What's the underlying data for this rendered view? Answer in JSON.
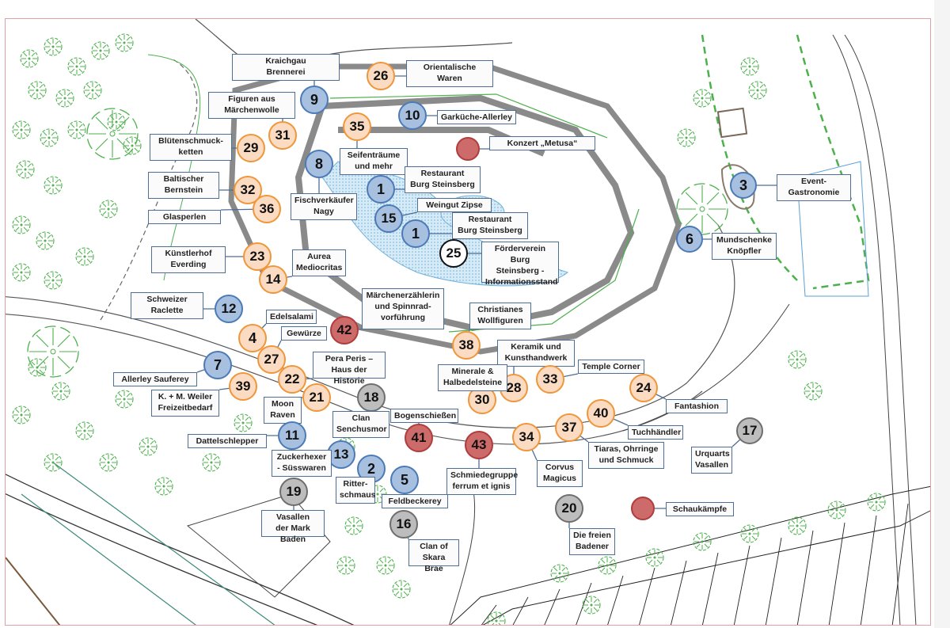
{
  "map": {
    "title": "Burg Steinsberg site plan",
    "colors": {
      "gastronomy": "#a8c0df",
      "merchant": "#fbdcc3",
      "show": "#cd6a6a",
      "camp": "#bdbdbd",
      "info": "#ffffff",
      "frame": "#e2a0a6",
      "vegetation": "#3aa53a"
    },
    "markers": [
      {
        "id": "m9",
        "num": "9",
        "type": "blue",
        "label": "Kraichgau\nBrennerei"
      },
      {
        "id": "m26",
        "num": "26",
        "type": "orange",
        "label": "Orientalische\nWaren"
      },
      {
        "id": "m31",
        "num": "31",
        "type": "orange",
        "label": "Figuren aus\nMärchenwolle"
      },
      {
        "id": "m35",
        "num": "35",
        "type": "orange",
        "label": "Seifenträume\nund mehr"
      },
      {
        "id": "m10",
        "num": "10",
        "type": "blue",
        "label": "Garküche-Allerley"
      },
      {
        "id": "mconcert",
        "num": "",
        "type": "red",
        "label": "Konzert „Metusa“"
      },
      {
        "id": "m29",
        "num": "29",
        "type": "orange",
        "label": "Blütenschmuck-\nketten"
      },
      {
        "id": "m8",
        "num": "8",
        "type": "blue",
        "label": "Fischverkäufer\nNagy"
      },
      {
        "id": "m1a",
        "num": "1",
        "type": "blue",
        "label": "Restaurant\nBurg Steinsberg"
      },
      {
        "id": "m32",
        "num": "32",
        "type": "orange",
        "label": "Baltischer\nBernstein"
      },
      {
        "id": "m36",
        "num": "36",
        "type": "orange",
        "label": "Glasperlen"
      },
      {
        "id": "m15",
        "num": "15",
        "type": "blue",
        "label": "Weingut Zipse"
      },
      {
        "id": "m1b",
        "num": "1",
        "type": "blue",
        "label": "Restaurant\nBurg Steinsberg"
      },
      {
        "id": "m3",
        "num": "3",
        "type": "blue",
        "label": "Event-\nGastronomie"
      },
      {
        "id": "m6",
        "num": "6",
        "type": "blue",
        "label": "Mundschenke\nKnöpfler"
      },
      {
        "id": "m25",
        "num": "25",
        "type": "white",
        "label": "Förderverein Burg\nSteinsberg -\nInformationsstand"
      },
      {
        "id": "m23",
        "num": "23",
        "type": "orange",
        "label": "Künstlerhof\nEverding"
      },
      {
        "id": "m14",
        "num": "14",
        "type": "orange",
        "label": "Aurea\nMediocritas"
      },
      {
        "id": "m12",
        "num": "12",
        "type": "blue",
        "label": "Schweizer\nRaclette"
      },
      {
        "id": "m42",
        "num": "42",
        "type": "red",
        "label": "Märchenerzählerin\nund Spinnrad-\nvorführung"
      },
      {
        "id": "m4",
        "num": "4",
        "type": "orange",
        "label": "Edelsalami"
      },
      {
        "id": "m27",
        "num": "27",
        "type": "orange",
        "label": "Gewürze"
      },
      {
        "id": "m38",
        "num": "38",
        "type": "orange",
        "label": "Christianes\nWollfiguren"
      },
      {
        "id": "m7",
        "num": "7",
        "type": "blue",
        "label": "Allerley Sauferey"
      },
      {
        "id": "m22",
        "num": "22",
        "type": "orange",
        "label": "Pera Peris –\nHaus der Historie"
      },
      {
        "id": "m28",
        "num": "28",
        "type": "orange",
        "label": "Keramik und\nKunsthandwerk"
      },
      {
        "id": "m30",
        "num": "30",
        "type": "orange",
        "label": "Minerale &\nHalbedelsteine"
      },
      {
        "id": "m33",
        "num": "33",
        "type": "orange",
        "label": "Temple Corner"
      },
      {
        "id": "m39",
        "num": "39",
        "type": "orange",
        "label": "K. + M. Weiler\nFreizeitbedarf"
      },
      {
        "id": "m21",
        "num": "21",
        "type": "orange",
        "label": "Moon\nRaven"
      },
      {
        "id": "m18",
        "num": "18",
        "type": "grey",
        "label": "Clan\nSenchusmor"
      },
      {
        "id": "m24",
        "num": "24",
        "type": "orange",
        "label": "Fantashion"
      },
      {
        "id": "m41",
        "num": "41",
        "type": "red",
        "label": "Bogenschießen"
      },
      {
        "id": "m40",
        "num": "40",
        "type": "orange",
        "label": "Tuchhändler"
      },
      {
        "id": "m37",
        "num": "37",
        "type": "orange",
        "label": "Tiaras, Ohrringe\nund Schmuck"
      },
      {
        "id": "m34",
        "num": "34",
        "type": "orange",
        "label": "Corvus\nMagicus"
      },
      {
        "id": "m43",
        "num": "43",
        "type": "red",
        "label": "Schmiedegruppe\nferrum et ignis"
      },
      {
        "id": "m17",
        "num": "17",
        "type": "grey",
        "label": "Urquarts\nVasallen"
      },
      {
        "id": "m11",
        "num": "11",
        "type": "blue",
        "label": "Dattelschlepper"
      },
      {
        "id": "m13",
        "num": "13",
        "type": "blue",
        "label": "Zuckerhexer\n- Süsswaren"
      },
      {
        "id": "m2",
        "num": "2",
        "type": "blue",
        "label": "Ritter-\nschmaus"
      },
      {
        "id": "m5",
        "num": "5",
        "type": "blue",
        "label": "Feldbeckerey"
      },
      {
        "id": "m19",
        "num": "19",
        "type": "grey",
        "label": "Vasallen\nder Mark Baden"
      },
      {
        "id": "m16",
        "num": "16",
        "type": "grey",
        "label": "Clan of\nSkara Brae"
      },
      {
        "id": "m20",
        "num": "20",
        "type": "grey",
        "label": "Die freien\nBadener"
      },
      {
        "id": "mfight",
        "num": "",
        "type": "red",
        "label": "Schaukämpfe"
      }
    ]
  }
}
